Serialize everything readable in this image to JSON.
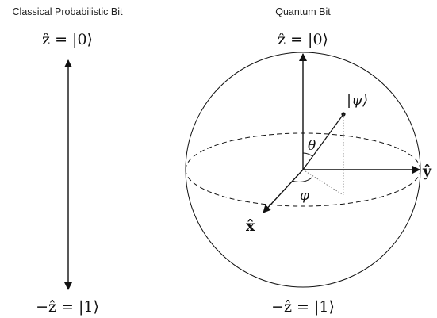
{
  "left_panel": {
    "title": "Classical Probabilistic Bit",
    "top_label": "ẑ = |0⟩",
    "bottom_label": "−ẑ = |1⟩"
  },
  "right_panel": {
    "title": "Quantum Bit",
    "top_label": "ẑ = |0⟩",
    "bottom_label": "−ẑ = |1⟩",
    "x_axis_label": "x̂",
    "y_axis_label": "ŷ",
    "state_label": "|ψ⟩",
    "theta_label": "θ",
    "phi_label": "φ"
  }
}
